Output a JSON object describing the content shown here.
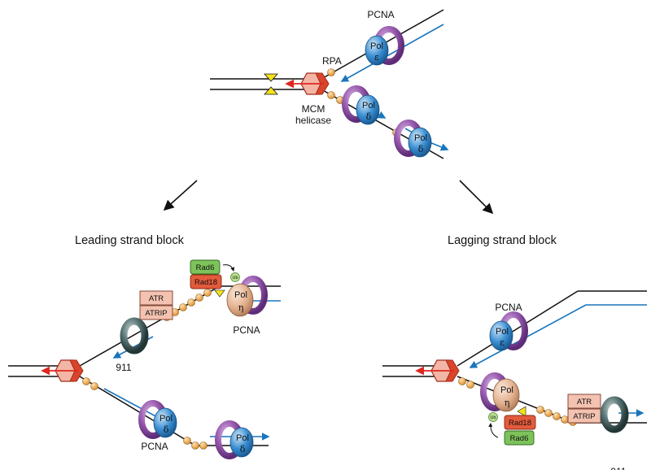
{
  "labels": {
    "pcna": "PCNA",
    "rpa": "RPA",
    "mcm": "MCM",
    "helicase": "helicase",
    "pol": "Pol",
    "epsilon": "ε",
    "delta": "δ",
    "eta": "η",
    "rad6": "Rad6",
    "rad18": "Rad18",
    "ub": "Ub",
    "atr": "ATR",
    "atrip": "ATRIP",
    "n911": "911"
  },
  "headings": {
    "leading": "Leading strand block",
    "lagging": "Lagging strand block"
  },
  "colors": {
    "strand": "#111111",
    "new_strand": "#1a75bc",
    "arrow_red": "#e0261f",
    "pcna_purple": "#8a4f9e",
    "pol_blue": "#2f86c8",
    "mcm_red": "#d8452b",
    "rpa_orange": "#f2a647",
    "lesion_yellow": "#f5e31a",
    "rad6_green": "#7dc25a",
    "rad18_red": "#e35a3c",
    "atr_pink": "#f4c2b0",
    "pol_eta_tan": "#e6b798",
    "clamp_911": "#4f6b6b"
  }
}
